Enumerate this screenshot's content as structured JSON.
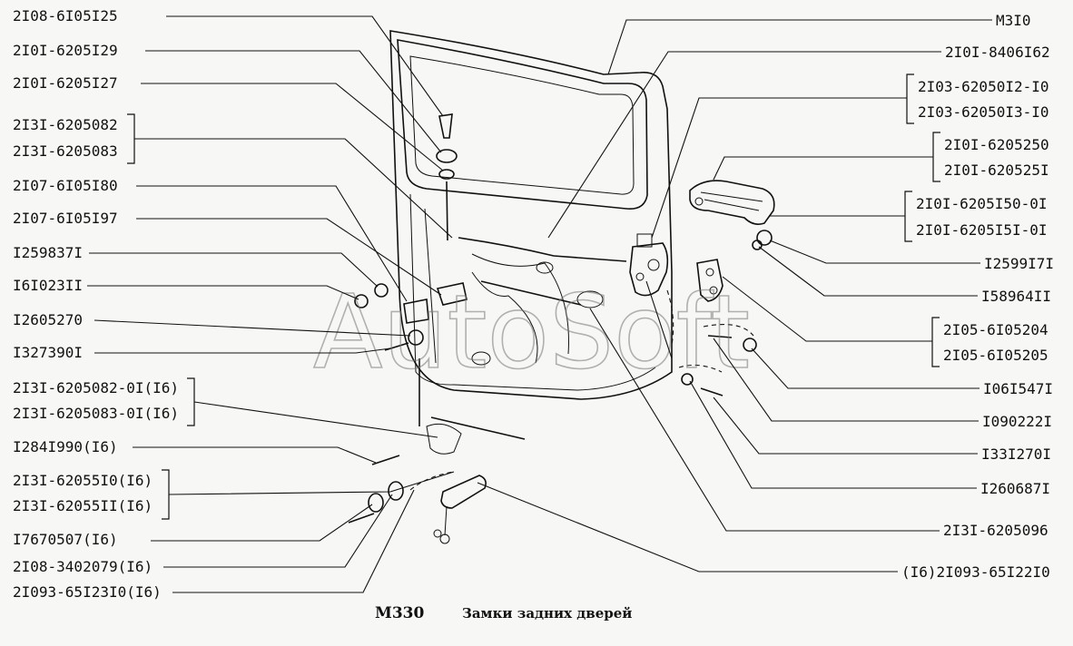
{
  "labels_left": [
    "2I08-6I05I25",
    "2I0I-6205I29",
    "2I0I-6205I27",
    "2I3I-6205082",
    "2I3I-6205083",
    "2I07-6I05I80",
    "2I07-6I05I97",
    "I259837I",
    "I6I023II",
    "I2605270",
    "I327390I",
    "2I3I-6205082-0I(I6)",
    "2I3I-6205083-0I(I6)",
    "I284I990(I6)",
    "2I3I-62055I0(I6)",
    "2I3I-62055II(I6)",
    "I7670507(I6)",
    "2I08-3402079(I6)",
    "2I093-65I23I0(I6)"
  ],
  "labels_right": [
    "M3I0",
    "2I0I-8406I62",
    "2I03-62050I2-I0",
    "2I03-62050I3-I0",
    "2I0I-6205250",
    "2I0I-620525I",
    "2I0I-6205I50-0I",
    "2I0I-6205I5I-0I",
    "I2599I7I",
    "I58964II",
    "2I05-6I05204",
    "2I05-6I05205",
    "I06I547I",
    "I090222I",
    "I33I270I",
    "I260687I",
    "2I3I-6205096",
    "(I6)2I093-65I22I0"
  ],
  "watermark": "AutoSoft",
  "caption": {
    "code": "M330",
    "title": "Замки задних дверей"
  },
  "icons": [
    "door-frame",
    "lock-mechanism",
    "outer-handle",
    "inner-handle",
    "actuator",
    "fasteners"
  ]
}
